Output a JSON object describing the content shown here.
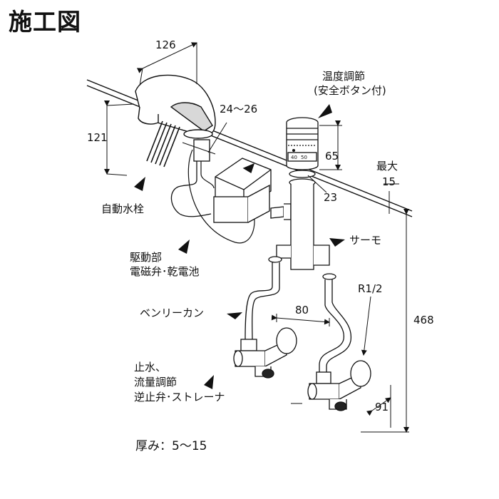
{
  "title": "施工図",
  "dimensions": {
    "faucet_width": "126",
    "faucet_height": "121",
    "counter_hole": "24～26",
    "thermo_height": "65",
    "thermo_offset": "23",
    "max_thickness_label": "最大",
    "max_thickness": "15",
    "spacing": "80",
    "pipe_size": "R1/2",
    "overall_height": "468",
    "valve_depth": "91"
  },
  "labels": {
    "temp_control": [
      "温度調節",
      "(安全ボタン付)"
    ],
    "auto_faucet": "自動水栓",
    "drive_unit": [
      "駆動部",
      "電磁弁･乾電池"
    ],
    "thermo": "サーモ",
    "flex_pipe": "ベンリーカン",
    "stop_valve": [
      "止水、",
      "流量調節",
      "逆止弁･ストレーナ"
    ]
  },
  "footer": {
    "thickness_note": "厚み：5～15"
  }
}
